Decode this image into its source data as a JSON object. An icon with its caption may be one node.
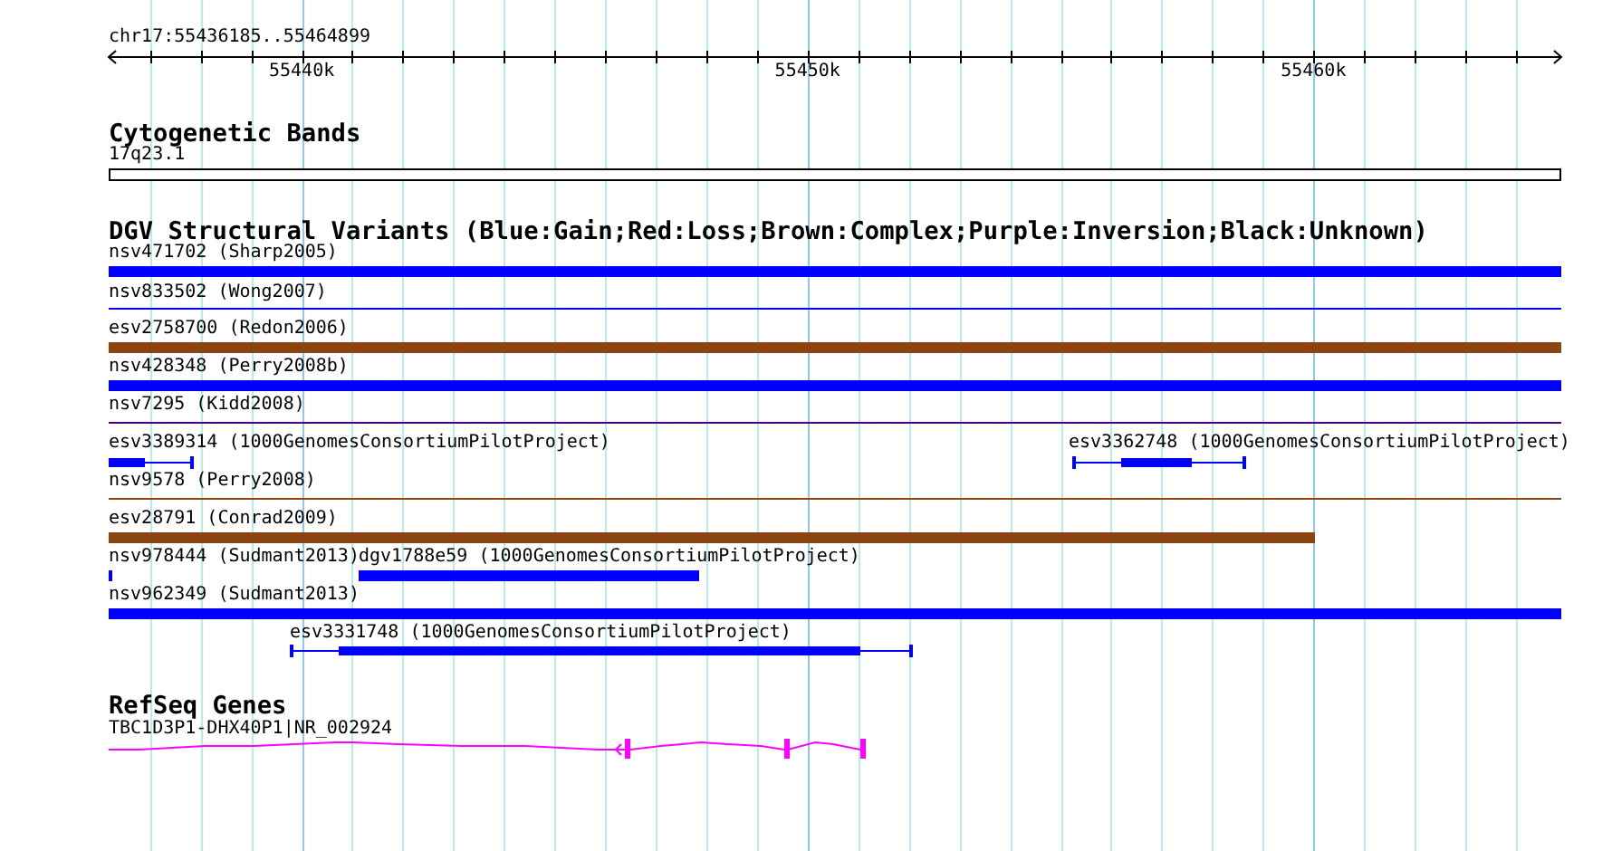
{
  "diagram": {
    "nodes": [
      {
        "text": [
          "17q23.1"
        ]
      },
      {
        "text": [
          "nsv471702 (Sharp2005)"
        ]
      },
      {
        "text": [
          "nsv833502 (Wong2007)"
        ]
      },
      {
        "text": [
          "esv2758700 (Redon2006)"
        ]
      },
      {
        "text": [
          "nsv428348 (Perry2008b)"
        ]
      },
      {
        "text": [
          "nsv7295 (Kidd2008)"
        ]
      },
      {
        "text": [
          "esv3389314 (1000GenomesConsortiumPilotProject)"
        ]
      },
      {
        "text": [
          "esv3362748 (1000GenomesConsortiumPilotProject)"
        ]
      },
      {
        "text": [
          "nsv9578 (Perry2008)"
        ]
      },
      {
        "text": [
          "esv28791 (Conrad2009)"
        ]
      },
      {
        "text": [
          "nsv978444 (Sudmant2013)"
        ]
      },
      {
        "text": [
          "dgv1788e59 (1000GenomesConsortiumPilotProject)"
        ]
      },
      {
        "text": [
          "nsv962349 (Sudmant2013)"
        ]
      },
      {
        "text": [
          "esv3331748 (1000GenomesConsortiumPilotProject)"
        ]
      },
      {
        "text": [
          "TBC1D3P1-DHX40P1|NR_002924"
        ]
      }
    ],
    "labels": [
      "chr17:55436185..55464899",
      "55440k",
      "55450k",
      "55460k",
      "Cytogenetic Bands",
      "DGV Structural Variants (Blue:Gain;Red:Loss;Brown:Complex;Purple:Inversion;Black:Unknown)",
      "RefSeq Genes"
    ]
  }
}
